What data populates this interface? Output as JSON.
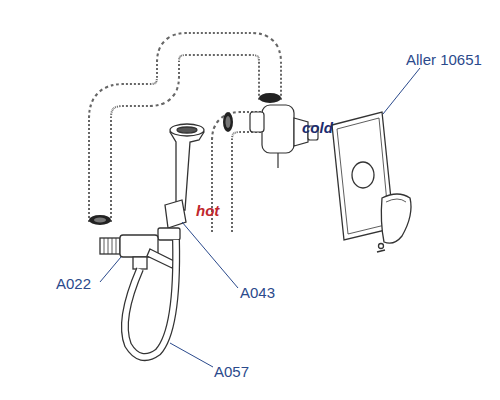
{
  "diagram": {
    "labels": [
      "Aller 10651",
      "cold",
      "hot",
      "A022",
      "A043",
      "A057"
    ]
  }
}
